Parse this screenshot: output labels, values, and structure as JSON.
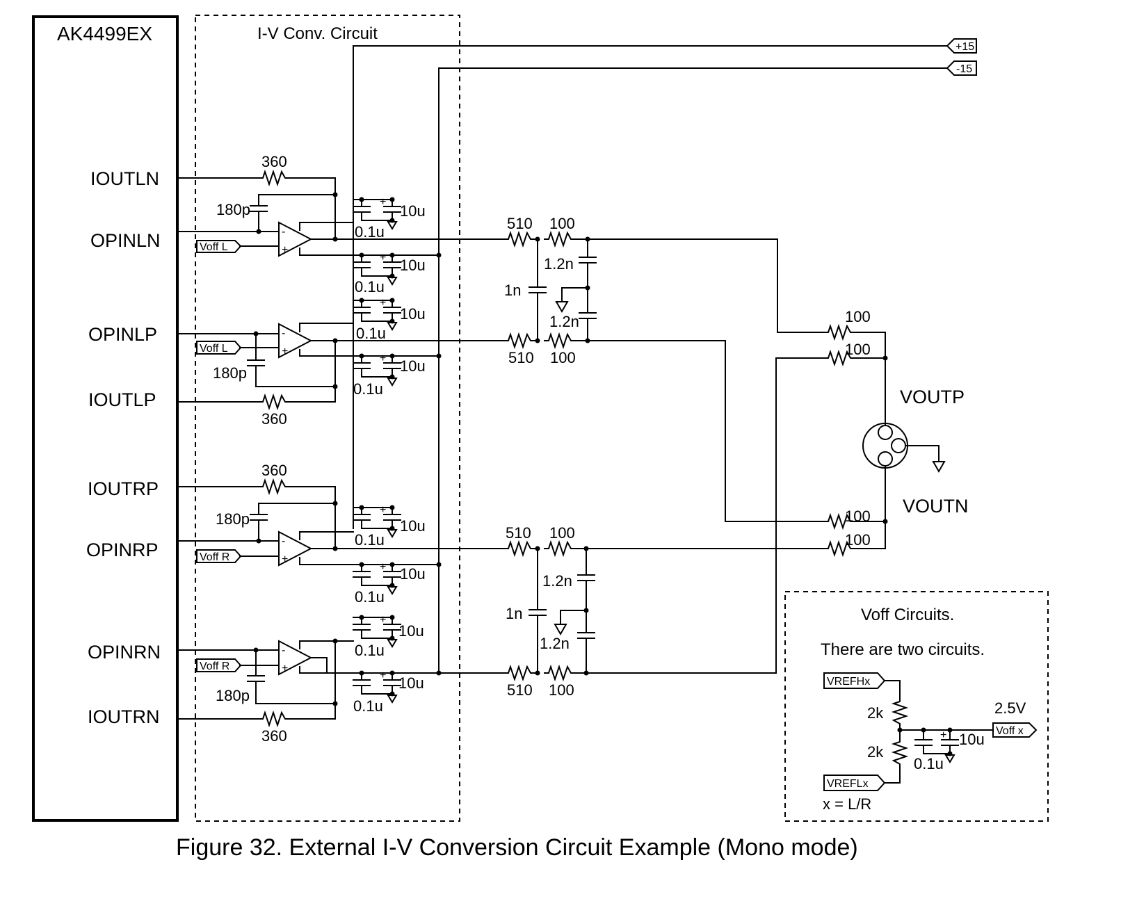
{
  "chip_label": "AK4499EX",
  "iv_title": "I-V Conv. Circuit",
  "pins": {
    "ioutln": "IOUTLN",
    "opinln": "OPINLN",
    "opinlp": "OPINLP",
    "ioutlp": "IOUTLP",
    "ioutrp": "IOUTRP",
    "opinrp": "OPINRP",
    "opinrn": "OPINRN",
    "ioutrn": "IOUTRN"
  },
  "rails": {
    "pos": "+15",
    "neg": "-15"
  },
  "voff": {
    "l": "Voff L",
    "r": "Voff R",
    "x": "Voff x"
  },
  "values": {
    "r360": "360",
    "c180p": "180p",
    "c10u": "10u",
    "c01u": "0.1u",
    "r510": "510",
    "r100": "100",
    "c12n": "1.2n",
    "c1n": "1n",
    "r2k": "2k",
    "v25": "2.5V"
  },
  "outputs": {
    "voutp": "VOUTP",
    "voutn": "VOUTN"
  },
  "voff_box": {
    "title": "Voff Circuits.",
    "subtitle": "There are two circuits.",
    "vrefh": "VREFHx",
    "vrefl": "VREFLx",
    "note": "x = L/R"
  },
  "caption": "Figure 32. External I-V Conversion Circuit Example (Mono mode)"
}
